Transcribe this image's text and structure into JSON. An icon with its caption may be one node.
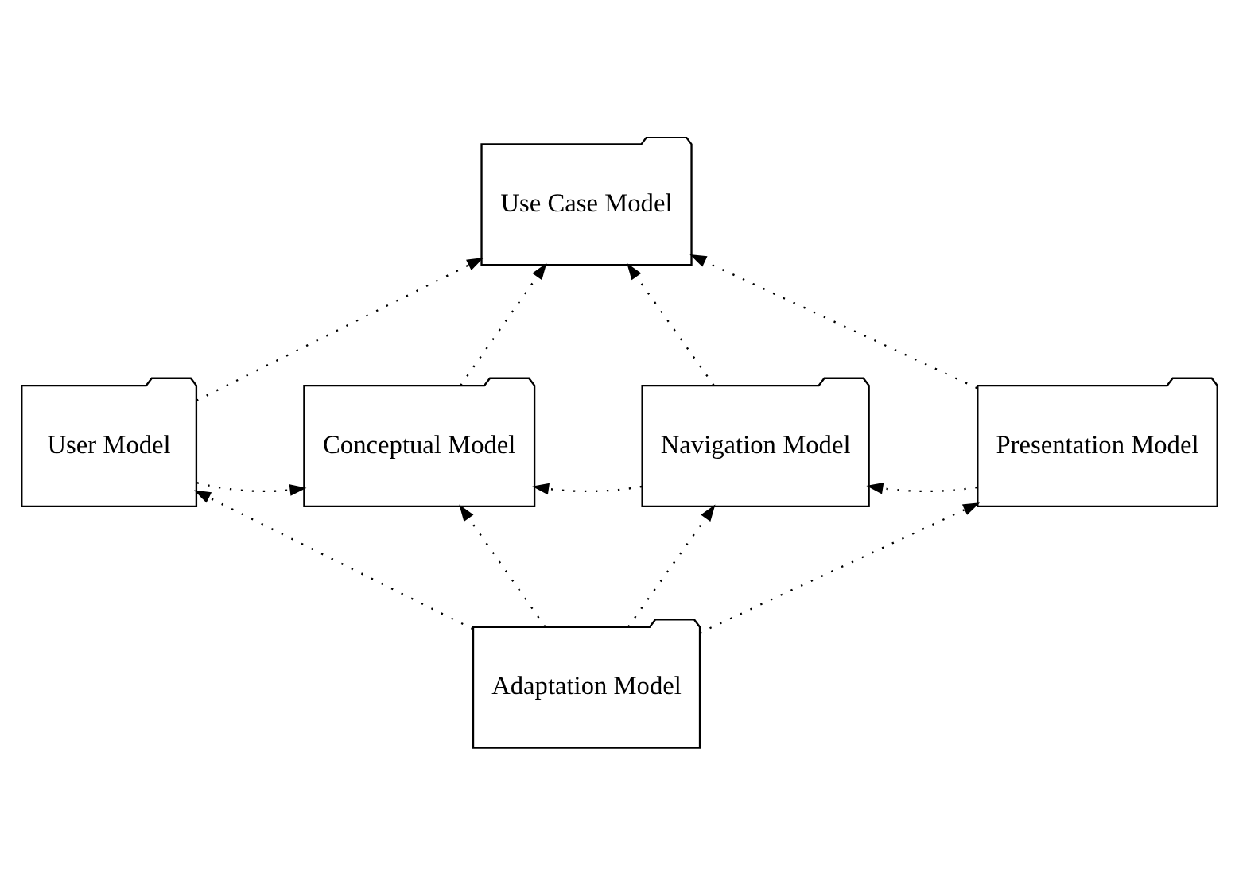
{
  "diagram": {
    "nodes": [
      {
        "text": [
          "Use Case Model"
        ]
      },
      {
        "text": [
          "User Model"
        ]
      },
      {
        "text": [
          "Conceptual Model"
        ]
      },
      {
        "text": [
          "Navigation Model"
        ]
      },
      {
        "text": [
          "Presentation Model"
        ]
      },
      {
        "text": [
          "Adaptation Model"
        ]
      }
    ],
    "edges": [
      {
        "from": 1,
        "to": 0,
        "arrow": "to",
        "style": "dashed"
      },
      {
        "from": 2,
        "to": 0,
        "arrow": "to",
        "style": "dashed"
      },
      {
        "from": 3,
        "to": 0,
        "arrow": "to",
        "style": "dashed"
      },
      {
        "from": 4,
        "to": 0,
        "arrow": "to",
        "style": "dashed"
      },
      {
        "from": 1,
        "to": 2,
        "arrow": "to",
        "style": "dashed"
      },
      {
        "from": 3,
        "to": 2,
        "arrow": "to",
        "style": "dashed"
      },
      {
        "from": 4,
        "to": 3,
        "arrow": "to",
        "style": "dashed"
      },
      {
        "from": 5,
        "to": 1,
        "arrow": "to",
        "style": "dashed"
      },
      {
        "from": 5,
        "to": 2,
        "arrow": "to",
        "style": "dashed"
      },
      {
        "from": 5,
        "to": 3,
        "arrow": "to",
        "style": "dashed"
      },
      {
        "from": 5,
        "to": 4,
        "arrow": "to",
        "style": "dashed"
      }
    ]
  }
}
